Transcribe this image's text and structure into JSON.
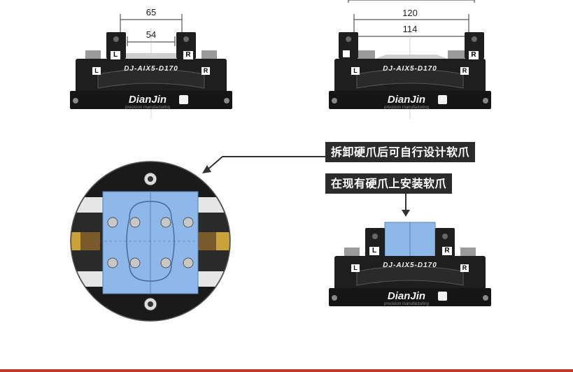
{
  "dimensions": {
    "left_outer": "65",
    "left_inner": "54",
    "right_outer": "120",
    "right_inner": "114"
  },
  "vise": {
    "model": "DJ-AIX5-D170",
    "brand": "DianJin",
    "tagline": "precision manufacturing",
    "jaw_left": "L",
    "jaw_right": "R"
  },
  "callouts": {
    "remove_hard_jaws": "拆卸硬爪后可自行设计软爪",
    "install_on_hard_jaws": "在现有硬爪上安装软爪"
  },
  "colors": {
    "vise_body": "#1e1e1e",
    "soft_jaw": "#8fb8ea",
    "label_bg": "#2b2b2b",
    "accent_line": "#c0392b"
  }
}
